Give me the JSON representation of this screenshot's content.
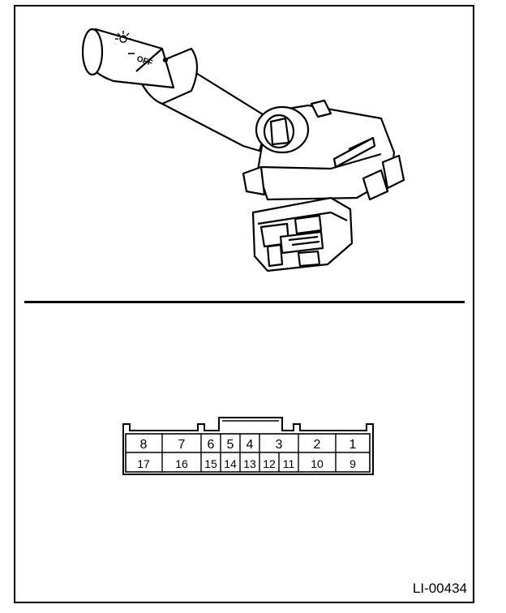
{
  "figure": {
    "reference_code": "LI-00434",
    "switch_labels": {
      "off_label": "OFF"
    }
  },
  "connector": {
    "top_row": [
      "8",
      "7",
      "6",
      "5",
      "4",
      "3",
      "2",
      "1"
    ],
    "bottom_row": [
      "17",
      "16",
      "15",
      "14",
      "13",
      "12",
      "11",
      "10",
      "9"
    ]
  },
  "colors": {
    "line": "#000000",
    "background": "#ffffff"
  }
}
